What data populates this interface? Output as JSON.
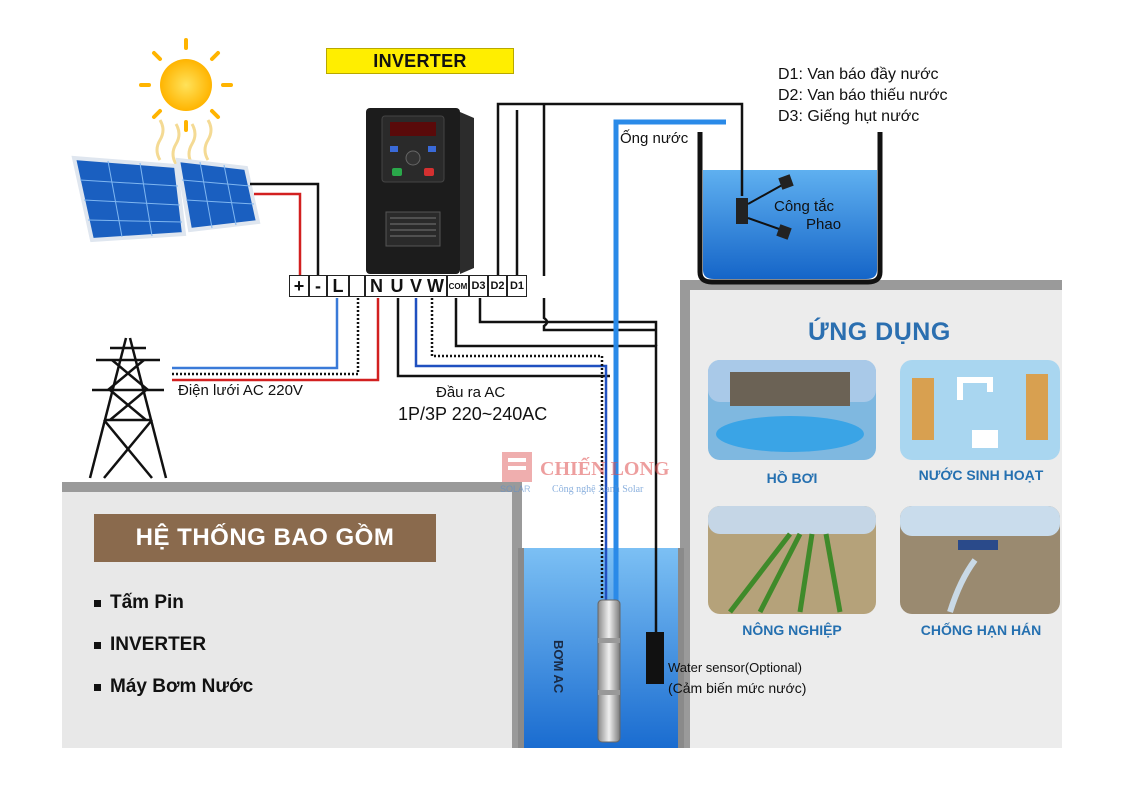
{
  "inverter_title": "INVERTER",
  "legend": {
    "d1": "D1: Van báo đầy nước",
    "d2": "D2: Van báo thiếu nước",
    "d3": "D3: Giếng hụt nước"
  },
  "tank": {
    "pipe_label": "Ống nước",
    "float_switch_line1": "Công tắc",
    "float_switch_line2": "Phao"
  },
  "terminals": [
    {
      "label": "+"
    },
    {
      "label": "-"
    },
    {
      "label": "L"
    },
    {
      "label": ""
    },
    {
      "label": "N"
    },
    {
      "label": "U"
    },
    {
      "label": "V"
    },
    {
      "label": "W"
    },
    {
      "label": "COM"
    },
    {
      "label": "D3"
    },
    {
      "label": "D2"
    },
    {
      "label": "D1"
    }
  ],
  "grid_label": "Điện lưới AC 220V",
  "output": {
    "line1": "Đầu ra AC",
    "line2": "1P/3P 220~240AC"
  },
  "system": {
    "header": "HỆ THỐNG  BAO GỒM",
    "items": [
      "Tấm Pin",
      "INVERTER",
      "Máy Bơm Nước"
    ]
  },
  "applications": {
    "title": "ỨNG DỤNG",
    "items": [
      {
        "caption": "HỒ BƠI"
      },
      {
        "caption": "NƯỚC SINH HOẠT"
      },
      {
        "caption": "NÔNG NGHIỆP"
      },
      {
        "caption": "CHỐNG HẠN HÁN"
      }
    ]
  },
  "well": {
    "pump_label": "BƠM AC",
    "sensor_line1": "Water sensor(Optional)",
    "sensor_line2": "(Cảm biến mức nước)"
  },
  "watermark": {
    "brand": "CHIẾN LONG",
    "slogan": "Công nghệ Xanh Solar",
    "small": "SOLAR"
  },
  "colors": {
    "water_blue": "#1e7fd6",
    "panel_gray": "#e9e9e9",
    "header_brown": "#8a6a4d",
    "wire_red": "#d22020",
    "wire_blue": "#2050c0",
    "accent_blue": "#2b6fb0"
  }
}
